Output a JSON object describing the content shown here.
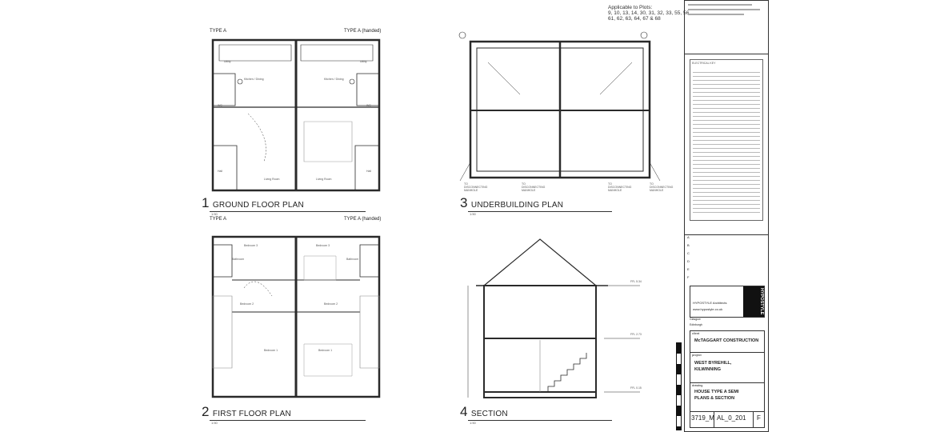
{
  "plots_note": {
    "heading": "Applicable to Plots:",
    "line1": "9, 10, 13, 14, 30, 31, 32, 33, 55, 56,",
    "line2": "61, 62, 63, 64, 67 & 68"
  },
  "drawings": [
    {
      "number": "1",
      "title": "GROUND FLOOR PLAN",
      "scale": "1:50",
      "type_left": "TYPE A",
      "type_right": "TYPE A (handed)",
      "rooms": [
        "Kitchen / Dining",
        "Kitchen / Dining",
        "Living Room",
        "Living Room",
        "Utility",
        "Utility",
        "Hall",
        "Hall",
        "WC",
        "WC"
      ]
    },
    {
      "number": "2",
      "title": "FIRST FLOOR PLAN",
      "scale": "1:50",
      "type_left": "TYPE A",
      "type_right": "TYPE A (handed)",
      "rooms": [
        "Bedroom 3",
        "Bedroom 3",
        "Bedroom 2",
        "Bedroom 2",
        "Bedroom 1",
        "Bedroom 1",
        "Bathroom",
        "Bathroom"
      ]
    },
    {
      "number": "3",
      "title": "UNDERBUILDING PLAN",
      "scale": "1:50",
      "labels": [
        "TO DISCONNECTING MANHOLE",
        "TO DISCONNECTING MANHOLE",
        "TO DISCONNECTING MANHOLE",
        "TO DISCONNECTING MANHOLE"
      ]
    },
    {
      "number": "4",
      "title": "SECTION",
      "scale": "1:50",
      "levels": [
        "FFL 5.34",
        "FFL 2.73",
        "FFL 0.15"
      ]
    }
  ],
  "title_block": {
    "electrical_key": "ELECTRICAL KEY",
    "logo": "HYPOSTYLE",
    "practice": "HYPOSTYLE Architects",
    "website": "www.hypostyle.co.uk",
    "office1": "Glasgow",
    "office2": "Edinburgh",
    "client_label": "client",
    "client": "McTAGGART CONSTRUCTION",
    "project_label": "project",
    "project_line1": "WEST BYREHILL,",
    "project_line2": "KILWINNING",
    "drawing_label": "drawing",
    "drawing_line1": "HOUSE TYPE A SEMI",
    "drawing_line2": "PLANS & SECTION",
    "job_no": "3719_M",
    "drawing_no": "AL_0_201",
    "revision": "F",
    "revisions": [
      "A",
      "B",
      "C",
      "D",
      "E",
      "F"
    ]
  },
  "colors": {
    "line": "#2a2a2a",
    "hatch": "#9a9a9a",
    "logo_bg": "#111111"
  }
}
